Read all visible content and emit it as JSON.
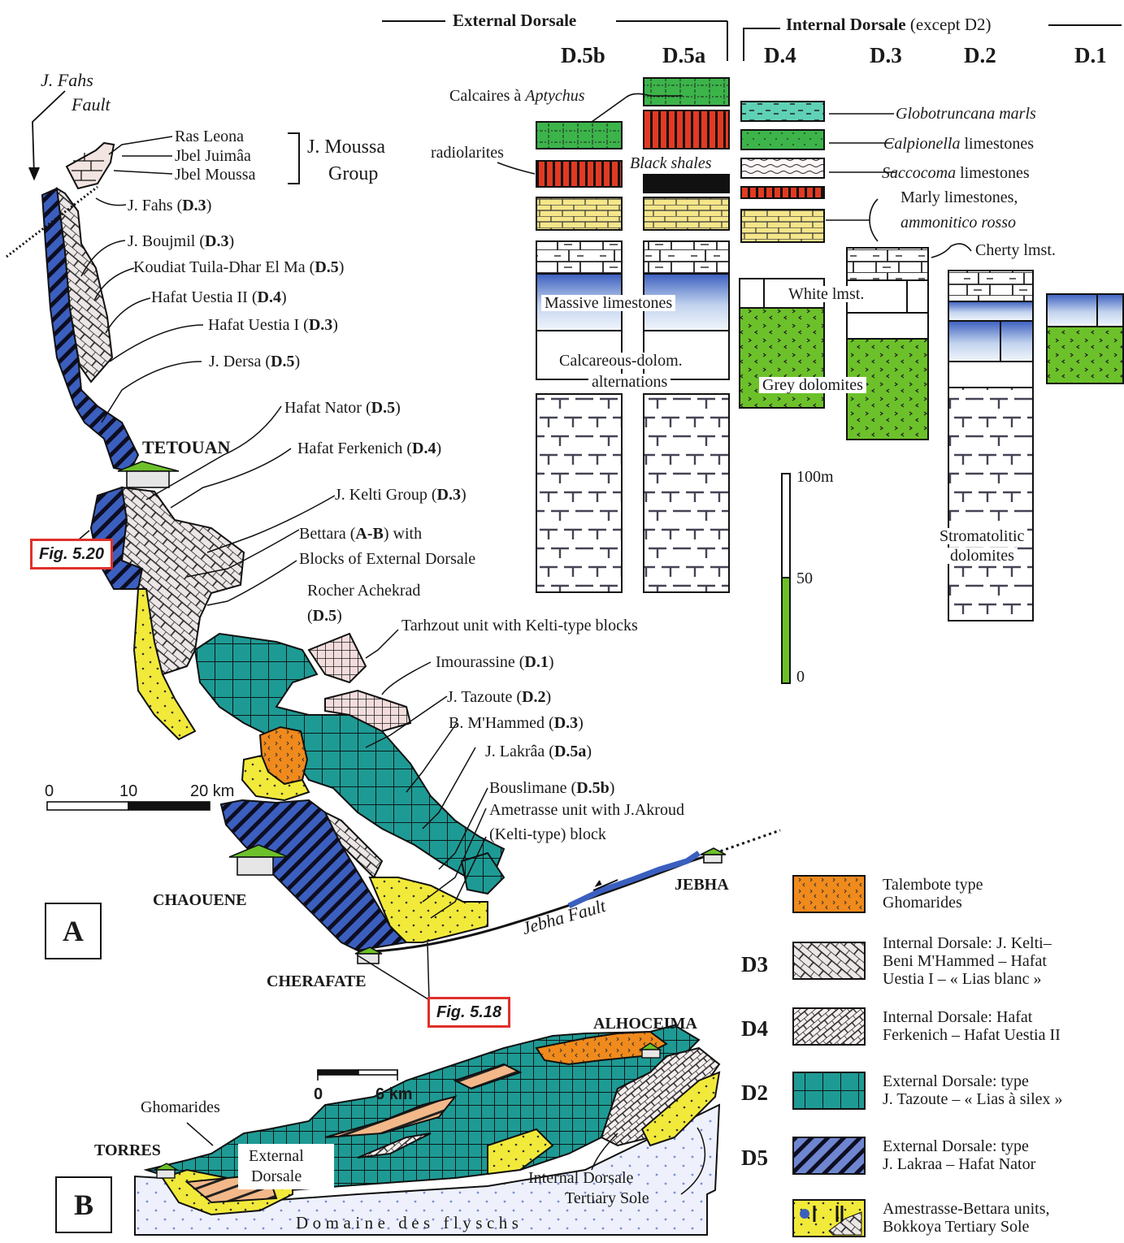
{
  "figure": {
    "panels": [
      "A",
      "B"
    ]
  },
  "header": {
    "external_dorsale": "External Dorsale",
    "internal_dorsale": "Internal Dorsale",
    "internal_note": "(except D2)",
    "columns": [
      "D.5b",
      "D.5a",
      "D.4",
      "D.3",
      "D.2",
      "D.1"
    ]
  },
  "strat_labels": {
    "calcaires": "Calcaires à ",
    "aptychus": "Aptychus",
    "radiolarites": "radiolarites",
    "black_shales": "Black shales",
    "globotruncana": "Globotruncana marls",
    "calpionella_i": "Calpionella",
    "calpionella_r": " limestones",
    "saccocoma_i": "Saccocoma",
    "saccocoma_r": " limestones",
    "marly_1": "Marly limestones,",
    "marly_2": "ammonitico rosso",
    "cherty": "Cherty lmst.",
    "massive": "Massive limestones",
    "white": "White lmst.",
    "calc_dolom_1": "Calcareous-dolom.",
    "calc_dolom_2": "alternations",
    "grey_dolomites": "Grey dolomites",
    "strom_1": "Stromatolitic",
    "strom_2": "dolomites"
  },
  "thickness_scale": {
    "top": "100m",
    "mid": "50",
    "bottom": "0"
  },
  "map_a": {
    "fault_1": "J. Fahs",
    "fault_2": "Fault",
    "group_name_1": "J. Moussa",
    "group_name_2": "Group",
    "localities": [
      {
        "name": "Ras Leona",
        "unit": ""
      },
      {
        "name": "Jbel Juimâa",
        "unit": ""
      },
      {
        "name": "Jbel Moussa",
        "unit": ""
      },
      {
        "name": "J. Fahs (",
        "unit": "D.3",
        "end": ")"
      },
      {
        "name": "J. Boujmil (",
        "unit": "D.3",
        "end": ")"
      },
      {
        "name": "Koudiat Tuila-Dhar El Ma (",
        "unit": "D.5",
        "end": ")"
      },
      {
        "name": "Hafat Uestia II (",
        "unit": "D.4",
        "end": ")"
      },
      {
        "name": "Hafat Uestia I (",
        "unit": "D.3",
        "end": ")"
      },
      {
        "name": "J. Dersa (",
        "unit": "D.5",
        "end": ")"
      },
      {
        "name": "Hafat Nator (",
        "unit": "D.5",
        "end": ")"
      },
      {
        "name": "Hafat Ferkenich (",
        "unit": "D.4",
        "end": ")"
      },
      {
        "name": "J. Kelti Group (",
        "unit": "D.3",
        "end": ")"
      },
      {
        "name": "Bettara (",
        "unit": "A-B",
        "end": ") with"
      },
      {
        "name": "Blocks of External Dorsale",
        "unit": ""
      },
      {
        "name": "Rocher Achekrad",
        "unit": ""
      },
      {
        "name": "(",
        "unit": "D.5",
        "end": ")"
      },
      {
        "name": "Tarhzout unit with Kelti-type blocks",
        "unit": ""
      },
      {
        "name": "Imourassine (",
        "unit": "D.1",
        "end": ")"
      },
      {
        "name": "J. Tazoute (",
        "unit": "D.2",
        "end": ")"
      },
      {
        "name": "B. M'Hammed (",
        "unit": "D.3",
        "end": ")"
      },
      {
        "name": "J. Lakrâa (",
        "unit": "D.5a",
        "end": ")"
      },
      {
        "name": "Bouslimane (",
        "unit": "D.5b",
        "end": ")"
      },
      {
        "name": "Ametrasse unit with J.Akroud",
        "unit": ""
      },
      {
        "name": "(Kelti-type) block",
        "unit": ""
      }
    ],
    "cities": [
      "TETOUAN",
      "CHAOUENE",
      "CHERAFATE",
      "JEBHA"
    ],
    "jebha_fault": "Jebha Fault",
    "scale": {
      "t0": "0",
      "t1": "10",
      "t2": "20 km"
    },
    "fig_refs": [
      "Fig. 5.20",
      "Fig. 5.18"
    ]
  },
  "map_b": {
    "cities": [
      "ALHOCEIMA",
      "TORRES"
    ],
    "scale": {
      "t0": "0",
      "t1": "6 km"
    },
    "labels": {
      "ghomarides": "Ghomarides",
      "ext_1": "External",
      "ext_2": "Dorsale",
      "int_1": "Internal Dorsale",
      "int_2": "Tertiary Sole",
      "flysch": "Domaine des flyschs"
    }
  },
  "legend": [
    {
      "code": "",
      "lines": [
        "Talembote type",
        "Ghomarides"
      ],
      "color": "#f08a1c",
      "pattern": "dots"
    },
    {
      "code": "D3",
      "lines": [
        "Internal Dorsale: J. Kelti–",
        "Beni M'Hammed – Hafat",
        "Uestia I – « Lias blanc »"
      ],
      "color": "#ece6e6",
      "pattern": "diag-brick"
    },
    {
      "code": "D4",
      "lines": [
        "Internal Dorsale: Hafat",
        "Ferkenich – Hafat Uestia II"
      ],
      "color": "#f5eeee",
      "pattern": "diag-brick-fine"
    },
    {
      "code": "D2",
      "lines": [
        "External Dorsale: type",
        "J. Tazoute – « Lias à silex »"
      ],
      "color": "#1e9a94",
      "pattern": "grid"
    },
    {
      "code": "D5",
      "lines": [
        "External Dorsale: type",
        "J. Lakraa – Hafat Nator"
      ],
      "color": "#3b5fbf",
      "pattern": "stripes"
    },
    {
      "code": "",
      "lines": [
        "Amestrasse-Bettara units,",
        "Bokkoya Tertiary Sole"
      ],
      "color": "#f2ea3a",
      "pattern": "yellow-dots"
    }
  ],
  "colors": {
    "teal": "#1e9a94",
    "blue": "#3b5fbf",
    "yellow": "#f2ea3a",
    "orange": "#f08a1c",
    "green": "#3cb44a",
    "lime": "#6cc12a",
    "red": "#e23a22",
    "cream": "#f5e68a",
    "salmon": "#f3b889",
    "fig_red": "#e0302a"
  }
}
